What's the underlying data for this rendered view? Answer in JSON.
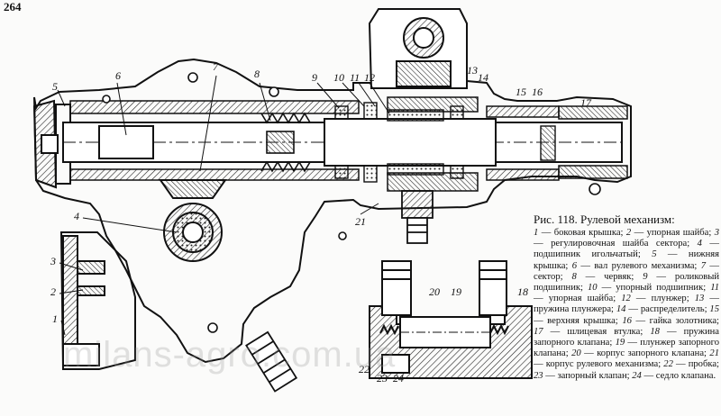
{
  "page_number": "264",
  "figure": {
    "caption_title": "Рис. 118. Рулевой механизм:",
    "legend": [
      {
        "num": "1",
        "text": "боковая крышка;"
      },
      {
        "num": "2",
        "text": "упорная шайба;"
      },
      {
        "num": "3",
        "text": "регулировочная шайба сектора;"
      },
      {
        "num": "4",
        "text": "подшипник игольчатый;"
      },
      {
        "num": "5",
        "text": "нижняя крышка;"
      },
      {
        "num": "6",
        "text": "вал рулевого механизма;"
      },
      {
        "num": "7",
        "text": "сектор;"
      },
      {
        "num": "8",
        "text": "червяк;"
      },
      {
        "num": "9",
        "text": "роликовый подшипник;"
      },
      {
        "num": "10",
        "text": "упорный подшипник;"
      },
      {
        "num": "11",
        "text": "упорная шайба;"
      },
      {
        "num": "12",
        "text": "плунжер;"
      },
      {
        "num": "13",
        "text": "пружина плунжера;"
      },
      {
        "num": "14",
        "text": "распределитель;"
      },
      {
        "num": "15",
        "text": "верхняя крышка;"
      },
      {
        "num": "16",
        "text": "гайка золотника;"
      },
      {
        "num": "17",
        "text": "шлицевая втулка;"
      },
      {
        "num": "18",
        "text": "пружина запорного клапана;"
      },
      {
        "num": "19",
        "text": "плунжер запорного клапана;"
      },
      {
        "num": "20",
        "text": "корпус запорного клапана;"
      },
      {
        "num": "21",
        "text": "корпус рулевого механизма;"
      },
      {
        "num": "22",
        "text": "пробка;"
      },
      {
        "num": "23",
        "text": "запорный клапан;"
      },
      {
        "num": "24",
        "text": "седло клапана."
      }
    ],
    "callouts": {
      "c1": "1",
      "c2": "2",
      "c3": "3",
      "c4": "4",
      "c5": "5",
      "c6": "6",
      "c7": "7",
      "c8": "8",
      "c9": "9",
      "c10": "10",
      "c11": "11",
      "c12": "12",
      "c13": "13",
      "c14": "14",
      "c15": "15",
      "c16": "16",
      "c17": "17",
      "c18": "18",
      "c19": "19",
      "c20": "20",
      "c21": "21",
      "c22": "22",
      "c23": "23",
      "c24": "24"
    }
  },
  "watermark": "milans-agro.com.ua"
}
